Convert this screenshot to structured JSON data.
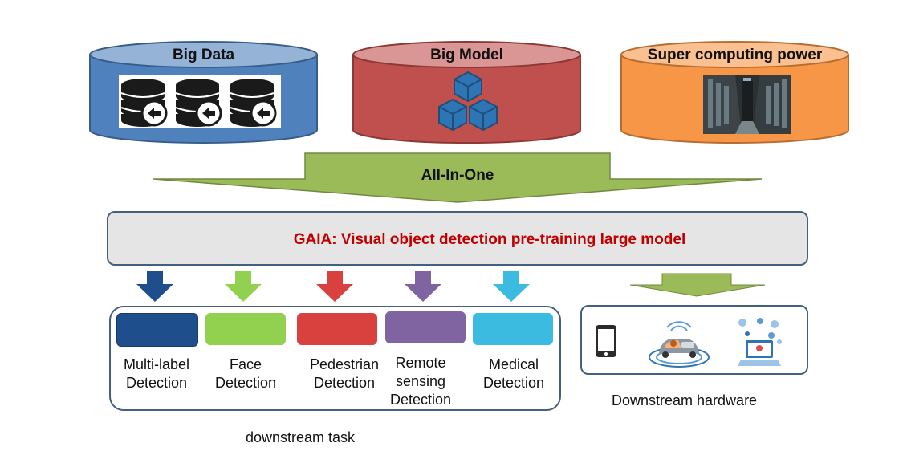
{
  "resources": [
    {
      "label": "Big Data",
      "color": "#4f81bd"
    },
    {
      "label": "Big Model",
      "color": "#c0504d"
    },
    {
      "label": "Super computing power",
      "color": "#f79646"
    }
  ],
  "combine_label": "All-In-One",
  "model_title": "GAIA: Visual object detection pre-training large model",
  "tasks": [
    {
      "label": "Multi-label\nDetection",
      "color": "#1f4e8c",
      "arrow_color": "#1f4e8c"
    },
    {
      "label": "Face\nDetection",
      "color": "#92d050",
      "arrow_color": "#92d050"
    },
    {
      "label": "Pedestrian\nDetection",
      "color": "#d9413f",
      "arrow_color": "#d9413f"
    },
    {
      "label": "Remote\nsensing\nDetection",
      "color": "#8064a2",
      "arrow_color": "#8064a2"
    },
    {
      "label": "Medical\nDetection",
      "color": "#3bbbe0",
      "arrow_color": "#3bbbe0"
    }
  ],
  "tasks_caption": "downstream task",
  "hardware_caption": "Downstream hardware",
  "hardware_icons": [
    "phone-icon",
    "car-icon",
    "laptop-icon"
  ]
}
